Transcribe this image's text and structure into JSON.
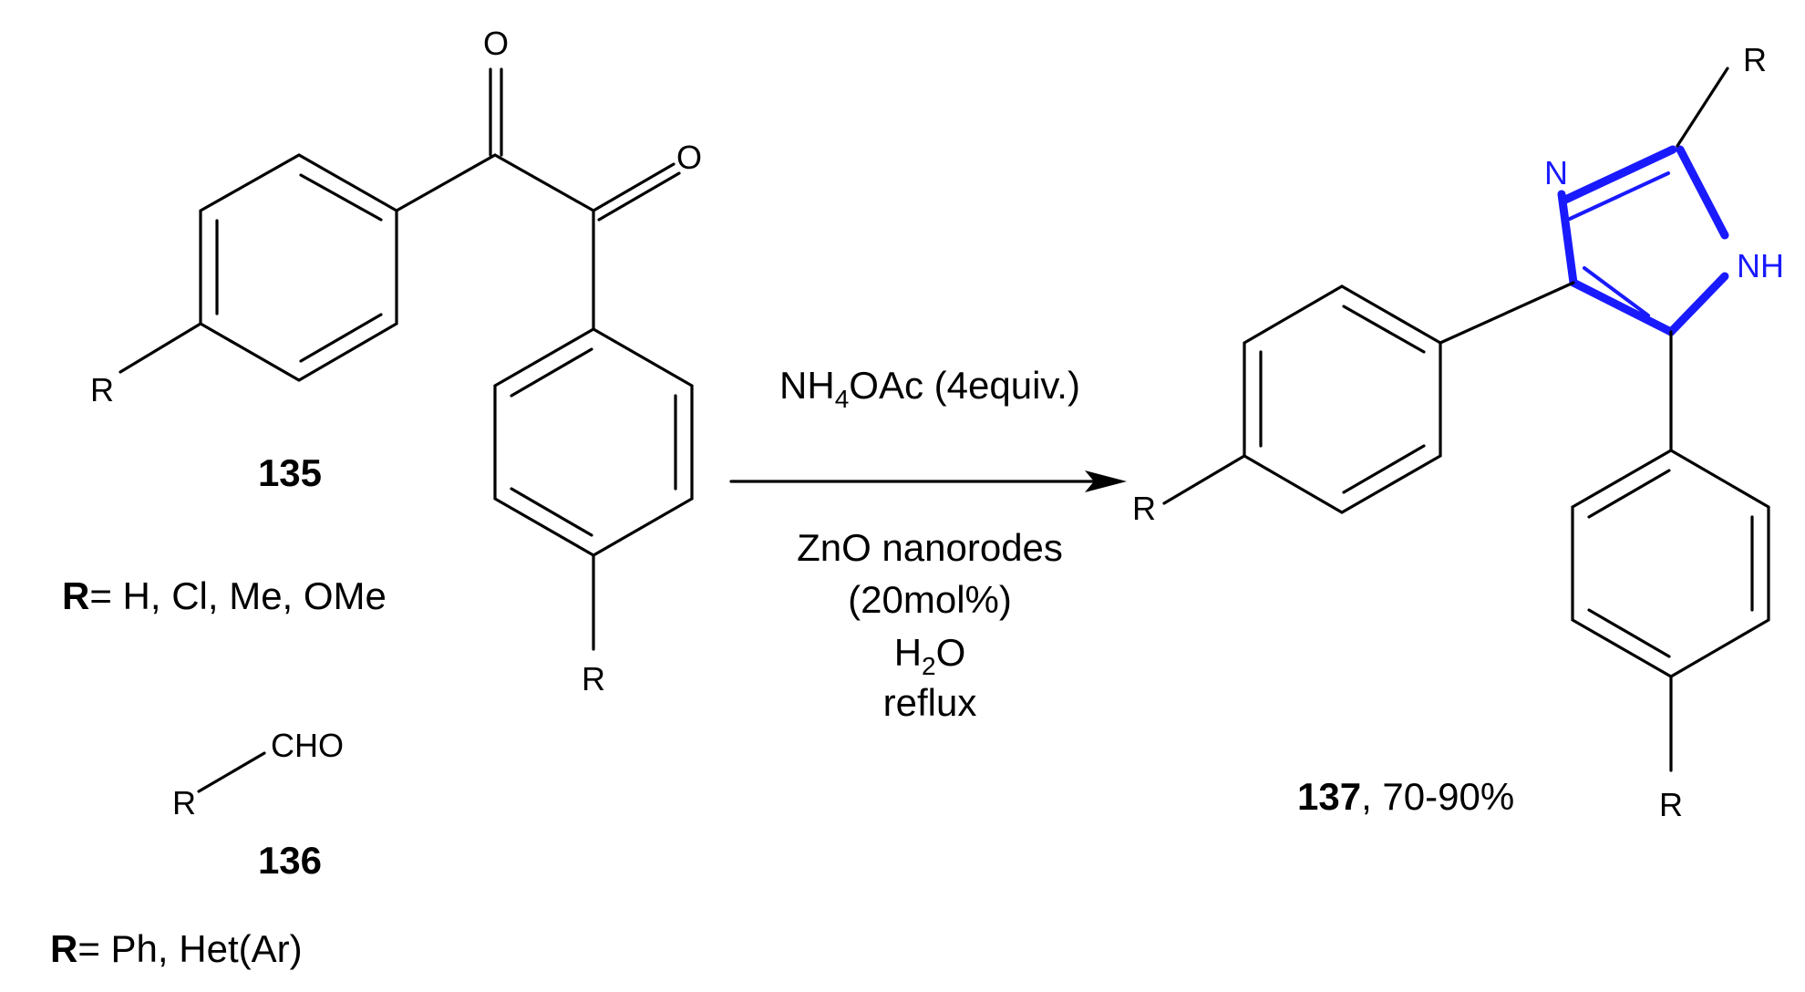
{
  "reactant_diketone": {
    "compound_id": "135",
    "oxygen_top": "O",
    "oxygen_right": "O",
    "r_left": "R",
    "r_bottom": "R",
    "r_def_label": "R",
    "r_def_values": "= H, Cl, Me, OMe"
  },
  "reactant_aldehyde": {
    "compound_id": "136",
    "group": "CHO",
    "r": "R",
    "r_def_label": "R",
    "r_def_values": "= Ph, Het(Ar)"
  },
  "conditions": {
    "reagent_prefix": "NH",
    "reagent_sub": "4",
    "reagent_suffix": "OAc (4equiv.)",
    "catalyst_line1": "ZnO nanorodes",
    "catalyst_line2": "(20mol%)",
    "solvent_prefix": "H",
    "solvent_sub": "2",
    "solvent_suffix": "O",
    "temperature": "reflux"
  },
  "product": {
    "compound_id": "137",
    "yield": ", 70-90%",
    "n_label": "N",
    "nh_label": "NH",
    "r_top": "R",
    "r_left": "R",
    "r_bottom": "R"
  },
  "colors": {
    "highlight": "#1a1aff",
    "ink": "#000000"
  }
}
